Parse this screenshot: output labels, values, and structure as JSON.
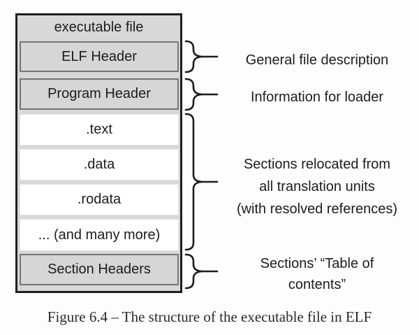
{
  "diagram": {
    "container_title": "executable file",
    "rows": [
      {
        "label": "ELF Header",
        "kind": "header"
      },
      {
        "label": "Program Header",
        "kind": "header"
      },
      {
        "label": ".text",
        "kind": "section"
      },
      {
        "label": ".data",
        "kind": "section"
      },
      {
        "label": ".rodata",
        "kind": "section"
      },
      {
        "label": "... (and many more)",
        "kind": "section"
      },
      {
        "label": "Section Headers",
        "kind": "header"
      }
    ],
    "annotations": [
      {
        "lines": [
          "General file description"
        ]
      },
      {
        "lines": [
          "Information for loader"
        ]
      },
      {
        "lines": [
          "Sections relocated from",
          "all translation units",
          "(with resolved references)"
        ]
      },
      {
        "lines": [
          "Sections’ “Table of",
          "contents”"
        ]
      }
    ],
    "caption": "Figure 6.4 – The structure of the executable file in ELF"
  },
  "colors": {
    "outer_box_fill": "#d8d8d8",
    "outer_box_border": "#1f1f1f",
    "header_row_fill": "#d6d6d6",
    "header_row_border": "#757575",
    "section_row_fill": "#ffffff",
    "text": "#1d1d1d",
    "background": "#fdfdfd"
  }
}
